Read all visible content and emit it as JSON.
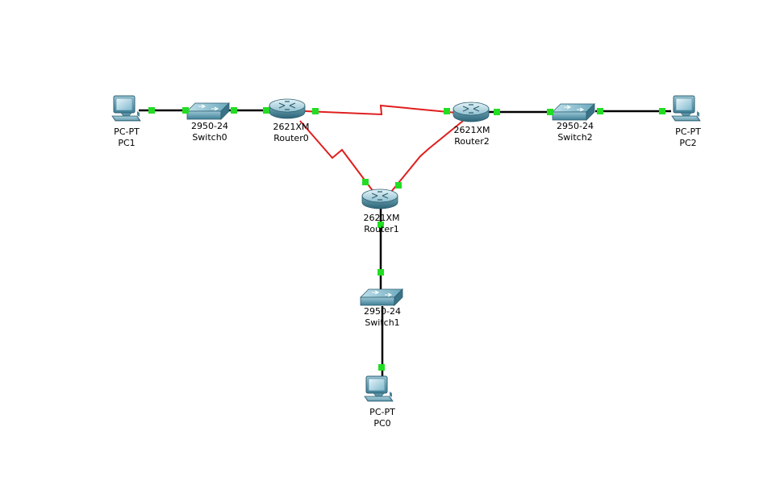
{
  "colors": {
    "ethernet": "#000000",
    "serial": "#e01e1e",
    "port_up": "#22dd22"
  },
  "devices": [
    {
      "id": "pc1",
      "icon": "pc-icon",
      "model": "PC-PT",
      "name": "PC1"
    },
    {
      "id": "switch0",
      "icon": "switch-icon",
      "model": "2950-24",
      "name": "Switch0"
    },
    {
      "id": "router0",
      "icon": "router-icon",
      "model": "2621XM",
      "name": "Router0"
    },
    {
      "id": "router2",
      "icon": "router-icon",
      "model": "2621XM",
      "name": "Router2"
    },
    {
      "id": "switch2",
      "icon": "switch-icon",
      "model": "2950-24",
      "name": "Switch2"
    },
    {
      "id": "pc2",
      "icon": "pc-icon",
      "model": "PC-PT",
      "name": "PC2"
    },
    {
      "id": "router1",
      "icon": "router-icon",
      "model": "2621XM",
      "name": "Router1"
    },
    {
      "id": "switch1",
      "icon": "switch-icon",
      "model": "2950-24",
      "name": "Switch1"
    },
    {
      "id": "pc0",
      "icon": "pc-icon",
      "model": "PC-PT",
      "name": "PC0"
    }
  ],
  "links": [
    {
      "from": "pc1",
      "to": "switch0",
      "type": "ethernet"
    },
    {
      "from": "switch0",
      "to": "router0",
      "type": "ethernet"
    },
    {
      "from": "router2",
      "to": "switch2",
      "type": "ethernet"
    },
    {
      "from": "switch2",
      "to": "pc2",
      "type": "ethernet"
    },
    {
      "from": "router1",
      "to": "switch1",
      "type": "ethernet"
    },
    {
      "from": "switch1",
      "to": "pc0",
      "type": "ethernet"
    },
    {
      "from": "router0",
      "to": "router2",
      "type": "serial"
    },
    {
      "from": "router0",
      "to": "router1",
      "type": "serial"
    },
    {
      "from": "router2",
      "to": "router1",
      "type": "serial"
    }
  ]
}
